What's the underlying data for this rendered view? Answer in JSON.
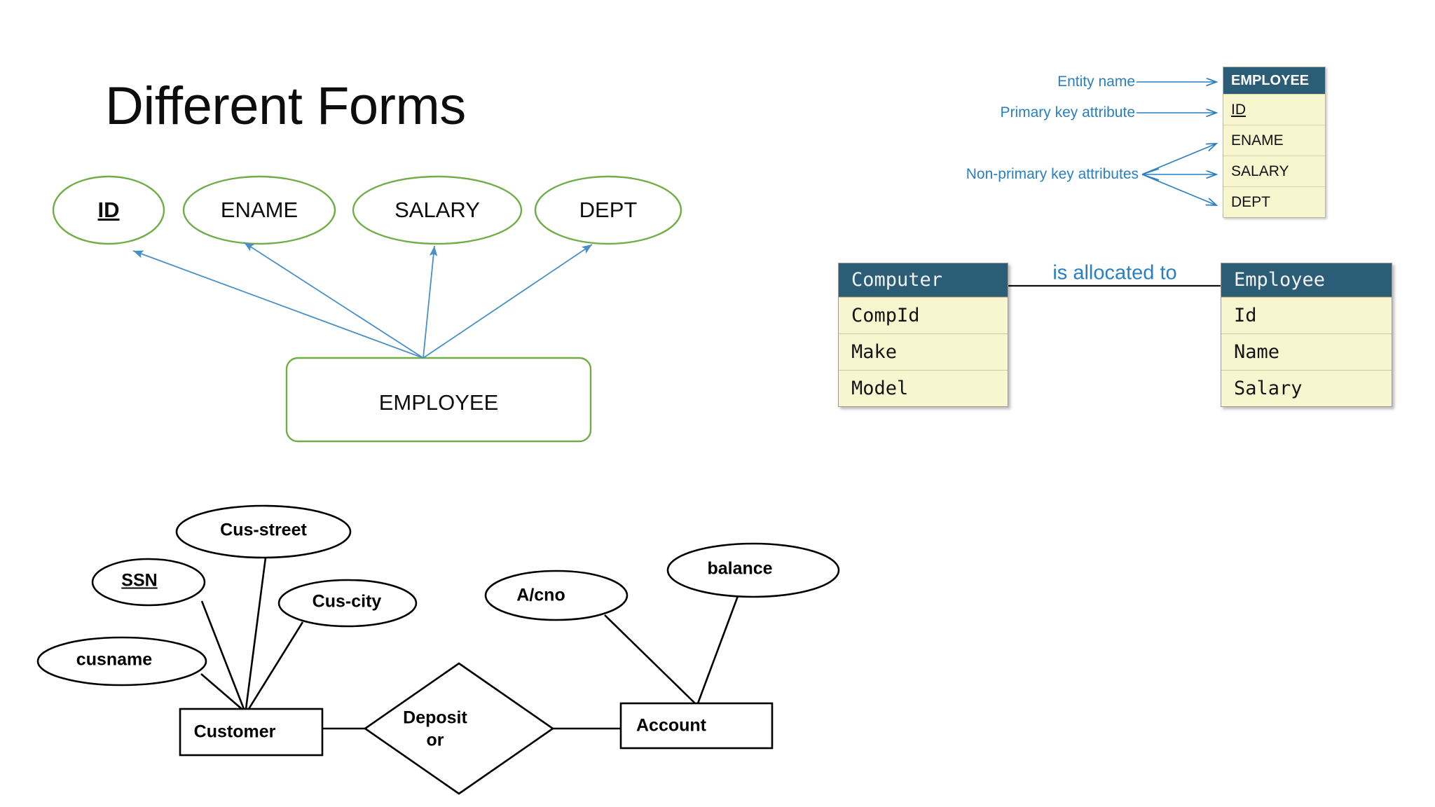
{
  "slide": {
    "title": "Different Forms",
    "background": "#ffffff"
  },
  "colors": {
    "green_outline": "#70ad47",
    "blue_arrow": "#4a90c4",
    "blue_text": "#2a7fc0",
    "table_header_bg": "#2c5d77",
    "table_row_bg": "#f8f6cf",
    "black": "#000000"
  },
  "er_chen_green": {
    "entity": {
      "label": "EMPLOYEE"
    },
    "attributes": [
      {
        "label": "ID",
        "primary_key": true
      },
      {
        "label": "ENAME",
        "primary_key": false
      },
      {
        "label": "SALARY",
        "primary_key": false
      },
      {
        "label": "DEPT",
        "primary_key": false
      }
    ]
  },
  "annotated_table": {
    "entity_name": "EMPLOYEE",
    "rows": [
      {
        "label": "ID",
        "primary_key": true
      },
      {
        "label": "ENAME",
        "primary_key": false
      },
      {
        "label": "SALARY",
        "primary_key": false
      },
      {
        "label": "DEPT",
        "primary_key": false
      }
    ],
    "callouts": [
      {
        "text": "Entity name"
      },
      {
        "text": "Primary key attribute"
      },
      {
        "text": "Non-primary key attributes"
      }
    ]
  },
  "relationship_tables": {
    "relationship_label": "is allocated to",
    "left": {
      "title": "Computer",
      "fields": [
        "CompId",
        "Make",
        "Model"
      ]
    },
    "right": {
      "title": "Employee",
      "fields": [
        "Id",
        "Name",
        "Salary"
      ]
    }
  },
  "er_chen_black": {
    "entities": [
      {
        "label": "Customer"
      },
      {
        "label": "Account"
      }
    ],
    "relationship": {
      "line1": "Deposit",
      "line2": "or"
    },
    "customer_attributes": [
      {
        "label": "Cus-street",
        "primary_key": false
      },
      {
        "label": "SSN",
        "primary_key": true
      },
      {
        "label": "Cus-city",
        "primary_key": false
      },
      {
        "label": "cusname",
        "primary_key": false
      }
    ],
    "account_attributes": [
      {
        "label": "A/cno",
        "primary_key": false
      },
      {
        "label": "balance",
        "primary_key": false
      }
    ]
  }
}
